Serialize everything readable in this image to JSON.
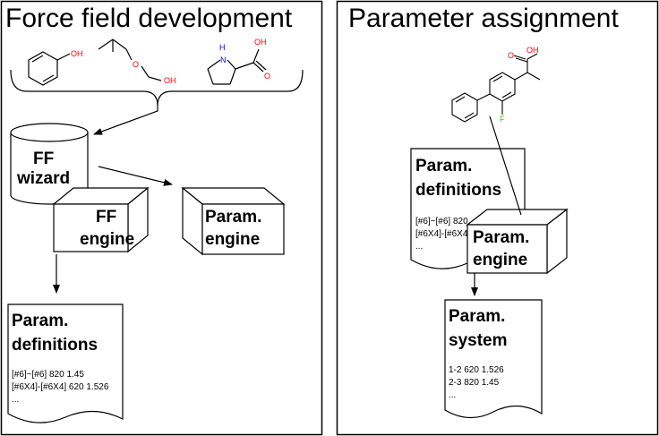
{
  "panels": {
    "left": {
      "title": "Force field development"
    },
    "right": {
      "title": "Parameter assignment"
    }
  },
  "molecules": {
    "phenol": {
      "oh": "OH"
    },
    "ether": {
      "oh": "OH"
    },
    "proline": {
      "nh": "H",
      "n": "N",
      "oh": "OH",
      "o": "O"
    },
    "flurbiprofen": {
      "oh": "OH",
      "o": "O",
      "f": "F"
    }
  },
  "nodes": {
    "ff_wizard": {
      "line1": "FF",
      "line2": "wizard"
    },
    "ff_engine": {
      "line1": "FF",
      "line2": "engine"
    },
    "param_engine_left": {
      "line1": "Param.",
      "line2": "engine"
    },
    "param_defs_left": {
      "line1": "Param.",
      "line2": "definitions",
      "rows": [
        "[#6]~[#6] 820 1.45",
        "[#6X4]-[#6X4] 620 1.526",
        "..."
      ]
    },
    "param_defs_right": {
      "line1": "Param.",
      "line2": "definitions",
      "rows": [
        "[#6]~[#6] 820",
        "[#6X4]-[#6X4",
        "..."
      ]
    },
    "param_engine_right": {
      "line1": "Param.",
      "line2": "engine"
    },
    "param_system": {
      "line1": "Param.",
      "line2": "system",
      "rows": [
        "1-2 620 1.526",
        "2-3 820 1.45",
        "..."
      ]
    }
  },
  "colors": {
    "oxygen": "#ff0000",
    "nitrogen": "#0000ff",
    "fluorine": "#33cc00",
    "stroke": "#000000"
  }
}
